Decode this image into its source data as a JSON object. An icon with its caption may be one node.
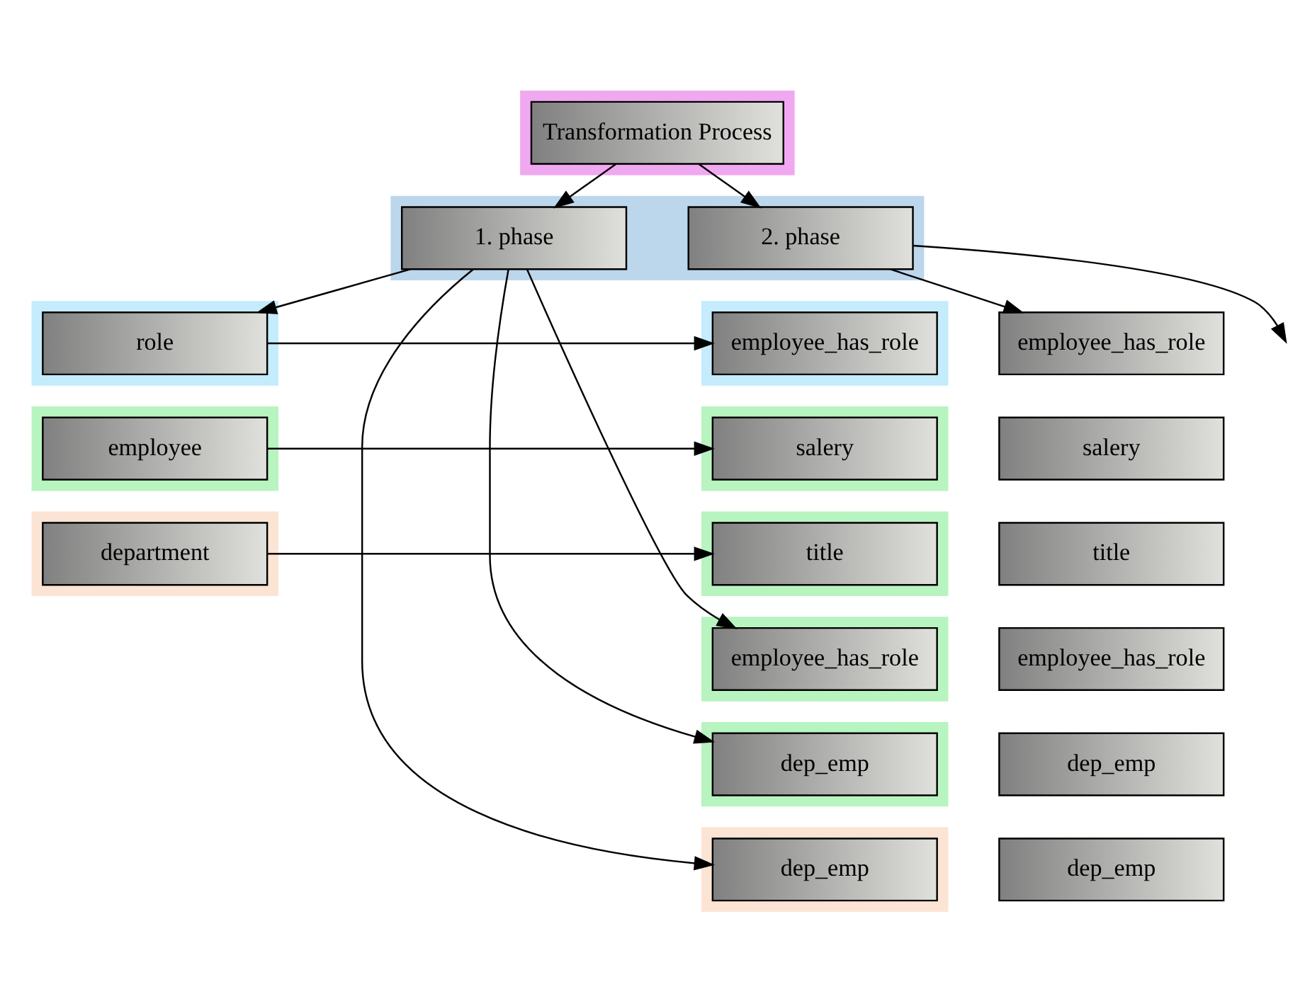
{
  "diagram": {
    "nodes": [
      {
        "text": [],
        "shape": "band"
      },
      {
        "text": [
          "Transformation Process"
        ],
        "in": 0
      },
      {
        "text": [],
        "shape": "band"
      },
      {
        "text": [
          "1. phase"
        ],
        "in": 2
      },
      {
        "text": [
          "2. phase"
        ],
        "in": 2
      },
      {
        "text": [],
        "shape": "band"
      },
      {
        "text": [
          "role"
        ],
        "in": 5
      },
      {
        "text": [],
        "shape": "band"
      },
      {
        "text": [
          "employee_has_role"
        ],
        "in": 7
      },
      {
        "text": [
          "employee_has_role"
        ]
      },
      {
        "text": [],
        "shape": "band"
      },
      {
        "text": [
          "employee"
        ],
        "in": 10
      },
      {
        "text": [],
        "shape": "band"
      },
      {
        "text": [
          "salery"
        ],
        "in": 12
      },
      {
        "text": [
          "salery"
        ]
      },
      {
        "text": [],
        "shape": "band"
      },
      {
        "text": [
          "department"
        ],
        "in": 15
      },
      {
        "text": [],
        "shape": "band"
      },
      {
        "text": [
          "title"
        ],
        "in": 17
      },
      {
        "text": [
          "title"
        ]
      },
      {
        "text": [],
        "shape": "band"
      },
      {
        "text": [
          "employee_has_role"
        ],
        "in": 20
      },
      {
        "text": [
          "employee_has_role"
        ]
      },
      {
        "text": [],
        "shape": "band"
      },
      {
        "text": [
          "dep_emp"
        ],
        "in": 23
      },
      {
        "text": [
          "dep_emp"
        ]
      },
      {
        "text": [],
        "shape": "band"
      },
      {
        "text": [
          "dep_emp"
        ],
        "in": 26
      },
      {
        "text": [
          "dep_emp"
        ]
      }
    ],
    "edges": [
      {
        "from": 1,
        "to": 3,
        "arrow": "to"
      },
      {
        "from": 1,
        "to": 4,
        "arrow": "to"
      },
      {
        "from": 3,
        "to": 6,
        "arrow": "to"
      },
      {
        "from": 6,
        "to": 8,
        "arrow": "to"
      },
      {
        "from": 11,
        "to": 13,
        "arrow": "to"
      },
      {
        "from": 16,
        "to": 18,
        "arrow": "to"
      },
      {
        "from": 3,
        "to": 21,
        "arrow": "to"
      },
      {
        "from": 3,
        "to": 24,
        "arrow": "to"
      },
      {
        "from": 3,
        "to": 27,
        "arrow": "to"
      },
      {
        "from": 4,
        "to": 9,
        "arrow": "to"
      },
      {
        "from": 4,
        "to": null,
        "arrow": "to"
      }
    ]
  }
}
